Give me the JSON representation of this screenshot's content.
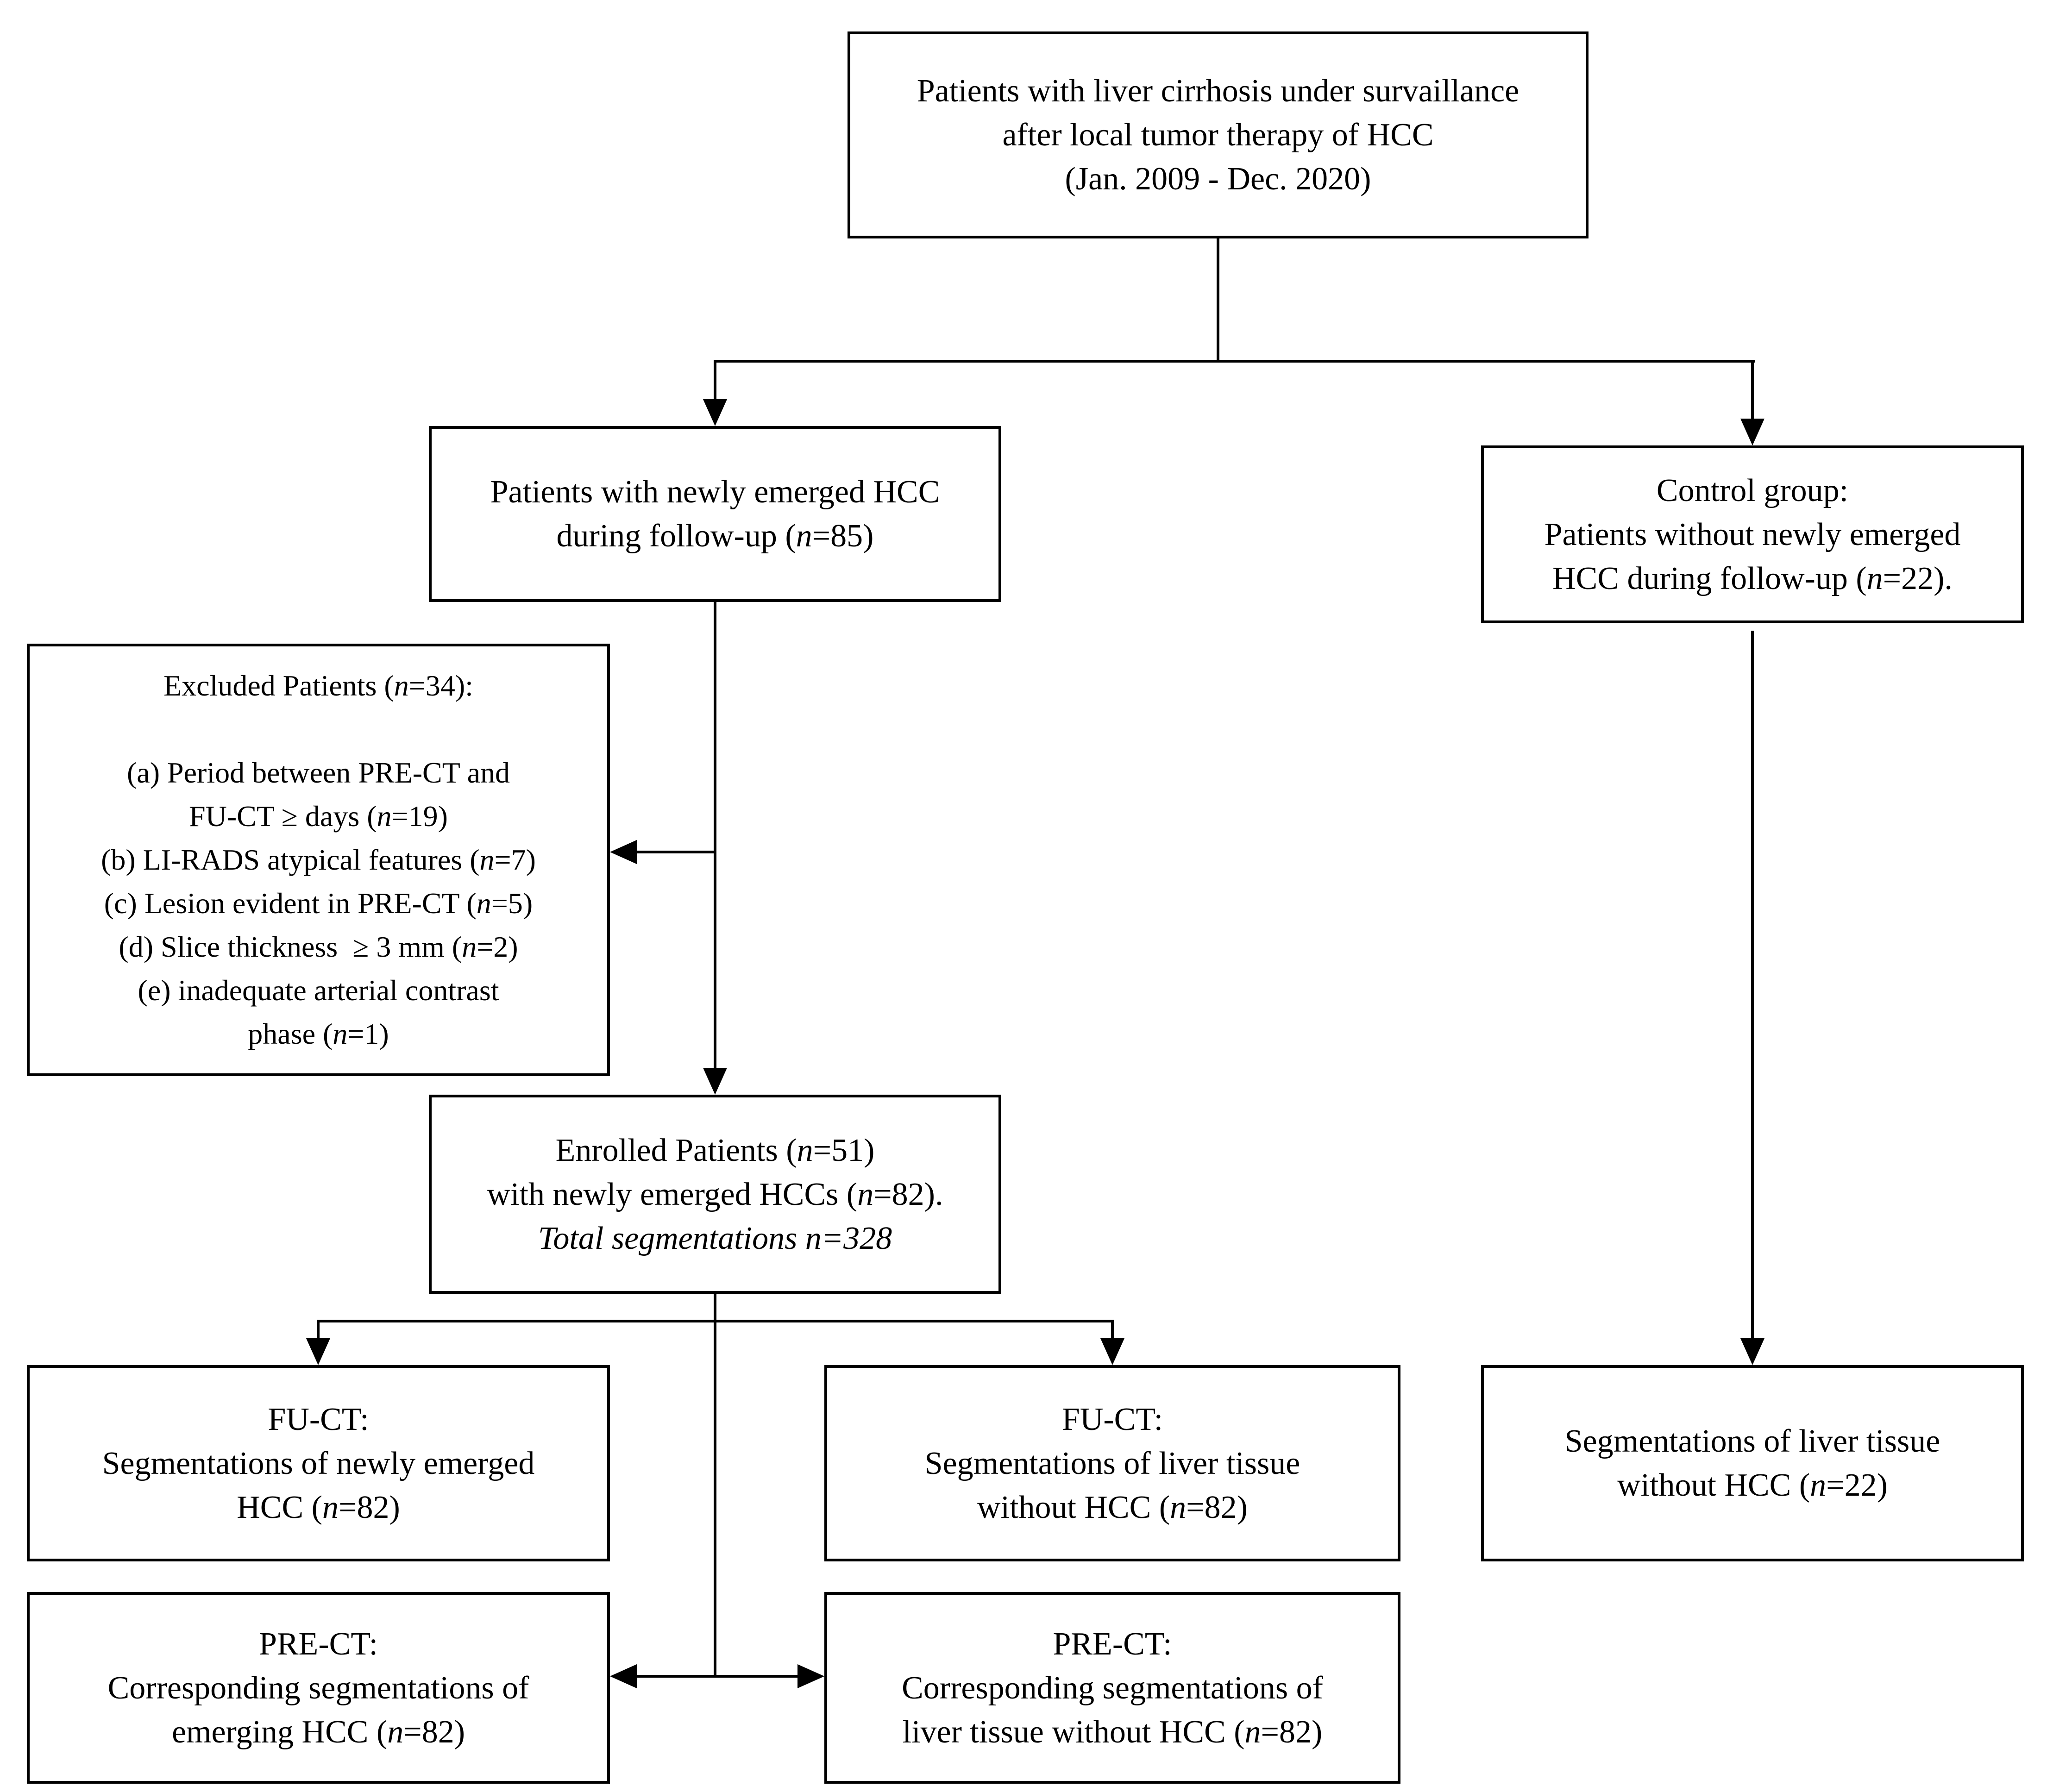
{
  "diagram": {
    "background_color": "#ffffff",
    "line_color": "#000000",
    "boxes": {
      "top": {
        "lines": [
          [
            {
              "t": "Patients with liver cirrhosis under survaillance"
            }
          ],
          [
            {
              "t": "after local tumor therapy of HCC"
            }
          ],
          [
            {
              "t": "(Jan. 2009 - Dec. 2020)"
            }
          ]
        ]
      },
      "newly_emerged": {
        "lines": [
          [
            {
              "t": "Patients with newly emerged HCC"
            }
          ],
          [
            {
              "t": "during follow-up ("
            },
            {
              "t": "n",
              "i": true
            },
            {
              "t": "=85)"
            }
          ]
        ]
      },
      "control": {
        "lines": [
          [
            {
              "t": "Control group:"
            }
          ],
          [
            {
              "t": "Patients without newly emerged"
            }
          ],
          [
            {
              "t": "HCC during follow-up ("
            },
            {
              "t": "n",
              "i": true
            },
            {
              "t": "=22)."
            }
          ]
        ]
      },
      "excluded": {
        "lines": [
          [
            {
              "t": "Excluded Patients ("
            },
            {
              "t": "n",
              "i": true
            },
            {
              "t": "=34):"
            }
          ],
          [
            {
              "t": " "
            }
          ],
          [
            {
              "t": "(a) Period between PRE-CT and"
            }
          ],
          [
            {
              "t": "FU-CT ≥ days ("
            },
            {
              "t": "n",
              "i": true
            },
            {
              "t": "=19)"
            }
          ],
          [
            {
              "t": "(b) LI-RADS atypical features ("
            },
            {
              "t": "n",
              "i": true
            },
            {
              "t": "=7)"
            }
          ],
          [
            {
              "t": "(c) Lesion evident in PRE-CT ("
            },
            {
              "t": "n",
              "i": true
            },
            {
              "t": "=5)"
            }
          ],
          [
            {
              "t": "(d) Slice thickness  ≥ 3 mm ("
            },
            {
              "t": "n",
              "i": true
            },
            {
              "t": "=2)"
            }
          ],
          [
            {
              "t": "(e) inadequate arterial contrast"
            }
          ],
          [
            {
              "t": "phase ("
            },
            {
              "t": "n",
              "i": true
            },
            {
              "t": "=1)"
            }
          ]
        ]
      },
      "enrolled": {
        "lines": [
          [
            {
              "t": "Enrolled Patients ("
            },
            {
              "t": "n",
              "i": true
            },
            {
              "t": "=51)"
            }
          ],
          [
            {
              "t": "with newly emerged HCCs ("
            },
            {
              "t": "n",
              "i": true
            },
            {
              "t": "=82)."
            }
          ],
          [
            {
              "t": "Total segmentations n=328",
              "i": true
            }
          ]
        ]
      },
      "fuct_hcc": {
        "lines": [
          [
            {
              "t": "FU-CT:"
            }
          ],
          [
            {
              "t": "Segmentations of newly emerged"
            }
          ],
          [
            {
              "t": "HCC ("
            },
            {
              "t": "n",
              "i": true
            },
            {
              "t": "=82)"
            }
          ]
        ]
      },
      "fuct_liver": {
        "lines": [
          [
            {
              "t": "FU-CT:"
            }
          ],
          [
            {
              "t": "Segmentations of liver tissue"
            }
          ],
          [
            {
              "t": "without HCC ("
            },
            {
              "t": "n",
              "i": true
            },
            {
              "t": "=82)"
            }
          ]
        ]
      },
      "control_liver": {
        "lines": [
          [
            {
              "t": "Segmentations of liver tissue"
            }
          ],
          [
            {
              "t": "without HCC ("
            },
            {
              "t": "n",
              "i": true
            },
            {
              "t": "=22)"
            }
          ]
        ]
      },
      "prect_hcc": {
        "lines": [
          [
            {
              "t": "PRE-CT:"
            }
          ],
          [
            {
              "t": "Corresponding segmentations of"
            }
          ],
          [
            {
              "t": "emerging HCC ("
            },
            {
              "t": "n",
              "i": true
            },
            {
              "t": "=82)"
            }
          ]
        ]
      },
      "prect_liver": {
        "lines": [
          [
            {
              "t": "PRE-CT:"
            }
          ],
          [
            {
              "t": "Corresponding segmentations of"
            }
          ],
          [
            {
              "t": "liver tissue without HCC ("
            },
            {
              "t": "n",
              "i": true
            },
            {
              "t": "=82)"
            }
          ]
        ]
      }
    }
  }
}
